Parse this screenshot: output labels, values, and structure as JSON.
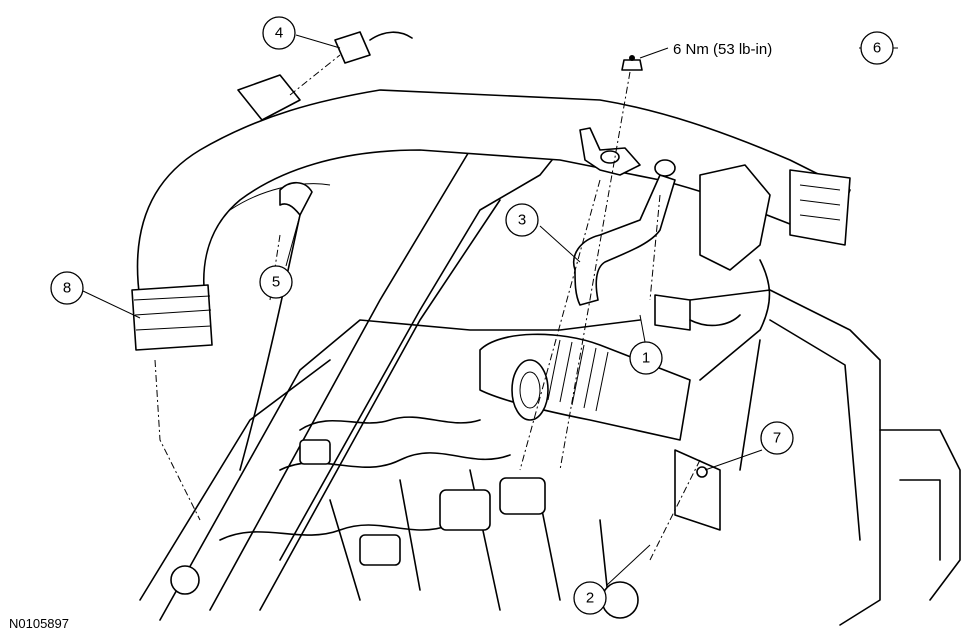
{
  "figure": {
    "code": "N0105897",
    "torque_spec": "6 Nm (53 lb-in)"
  },
  "callouts": [
    {
      "id": "c1",
      "label": "1"
    },
    {
      "id": "c2",
      "label": "2"
    },
    {
      "id": "c3",
      "label": "3"
    },
    {
      "id": "c4",
      "label": "4"
    },
    {
      "id": "c5",
      "label": "5"
    },
    {
      "id": "c6",
      "label": "6"
    },
    {
      "id": "c7",
      "label": "7"
    },
    {
      "id": "c8",
      "label": "8"
    }
  ]
}
